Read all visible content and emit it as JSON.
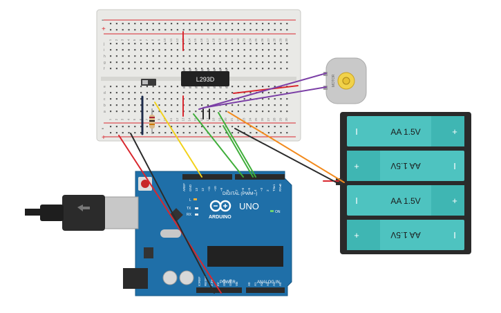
{
  "breadboard": {
    "row_letters_top": [
      "j",
      "i",
      "h",
      "g",
      "f"
    ],
    "row_letters_bottom": [
      "e",
      "d",
      "c",
      "b",
      "a"
    ],
    "column_numbers": [
      "1",
      "2",
      "3",
      "4",
      "5",
      "6",
      "7",
      "8",
      "9",
      "10",
      "11",
      "12",
      "13",
      "14",
      "15",
      "16",
      "17",
      "18",
      "19",
      "20",
      "21",
      "22",
      "23",
      "24",
      "25",
      "26",
      "27",
      "28",
      "29",
      "30"
    ],
    "rail_plus": "+",
    "rail_minus": "-"
  },
  "chip": {
    "label": "L293D"
  },
  "motor": {
    "label": "MOTOR"
  },
  "battery_pack": {
    "cells": [
      {
        "label": "AA 1.5V",
        "left_sign": "I",
        "right_sign": "+",
        "flipped": false
      },
      {
        "label": "AA 1.5V",
        "left_sign": "+",
        "right_sign": "I",
        "flipped": true
      },
      {
        "label": "AA 1.5V",
        "left_sign": "I",
        "right_sign": "+",
        "flipped": false
      },
      {
        "label": "AA 1.5V",
        "left_sign": "+",
        "right_sign": "I",
        "flipped": true
      }
    ]
  },
  "arduino": {
    "uno_label": "UNO",
    "brand_label": "ARDUINO",
    "on_label": "ON",
    "l_label": "L",
    "tx_label": "TX",
    "rx_label": "RX",
    "digital_label": "DIGITAL (PWM~)",
    "power_label": "POWER",
    "analog_label": "ANALOG IN",
    "digital_pins": [
      "AREF",
      "GND",
      "13",
      "12",
      "~11",
      "~10",
      "~9",
      "8",
      "7",
      "~6",
      "~5",
      "4",
      "~3",
      "2",
      "TX▸1",
      "RX◂0"
    ],
    "power_pins": [
      "IOREF",
      "RESET",
      "3.3V",
      "5V",
      "GND",
      "GND",
      "Vin"
    ],
    "analog_pins": [
      "A0",
      "A1",
      "A2",
      "A3",
      "A4",
      "A5"
    ]
  },
  "colors": {
    "board_blue": "#1f6fa8",
    "breadboard": "#e9e9e6",
    "wire_red": "#d9272e",
    "wire_black": "#2b2b2b",
    "wire_yellow": "#f2d21b",
    "wire_green": "#3fae3a",
    "wire_orange": "#f28a1d",
    "wire_purple": "#7b3fa6",
    "battery_teal": "#4ec3c0"
  }
}
